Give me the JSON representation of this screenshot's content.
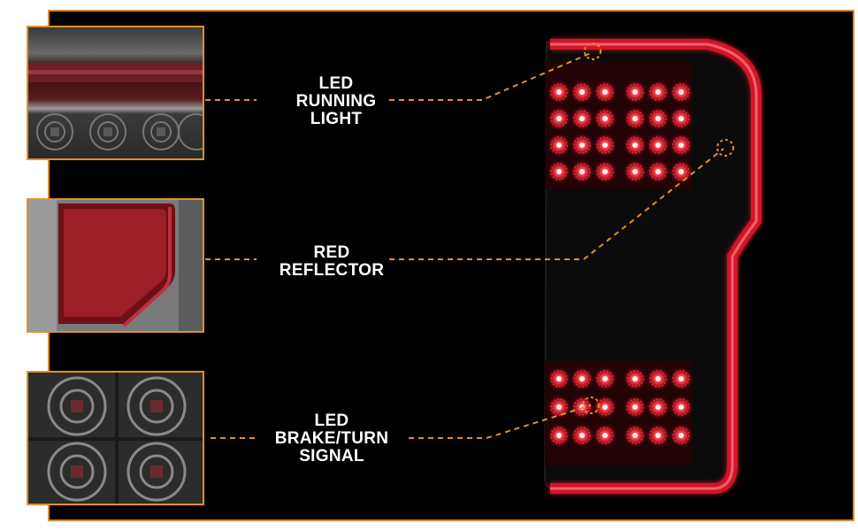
{
  "callouts": [
    {
      "lines": [
        "LED",
        "RUNNING",
        "LIGHT"
      ]
    },
    {
      "lines": [
        "RED",
        "REFLECTOR"
      ]
    },
    {
      "lines": [
        "LED",
        "BRAKE/TURN",
        "SIGNAL"
      ]
    }
  ],
  "colors": {
    "accent": "#e0902e",
    "panel_bg": "#000000",
    "led_red": "#ff2a3a",
    "light_bar": "#ff3040"
  }
}
